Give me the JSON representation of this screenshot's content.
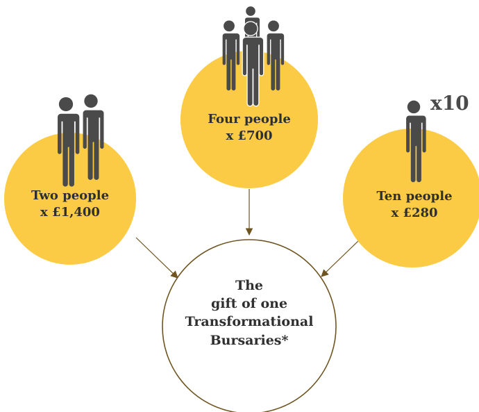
{
  "colors": {
    "yellow_circle": "#fbcb45",
    "outline_circle": "#6e5420",
    "arrow": "#6e5420",
    "figure": "#4a4a4a",
    "text": "#2f2f2f"
  },
  "icons": {
    "group_of_two": "two-people-icon",
    "group_of_four": "four-people-icon",
    "single_person": "person-icon"
  },
  "left_node": {
    "line1": "Two people",
    "line2": "x £1,400"
  },
  "top_node": {
    "line1": "Four people",
    "line2": "x £700"
  },
  "right_node": {
    "line1": "Ten people",
    "line2": "x £280",
    "multiplier": "x10"
  },
  "target_node": {
    "lines": [
      "The",
      "gift of one",
      "Transformational",
      "Bursaries*"
    ]
  }
}
